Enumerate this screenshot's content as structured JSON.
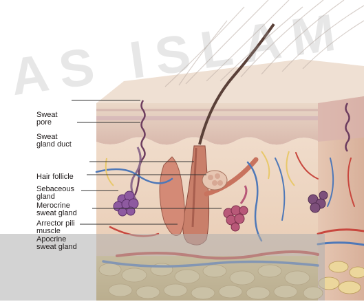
{
  "diagram": {
    "labels": [
      {
        "id": "sweat-pore",
        "lines": [
          "Sweat",
          "pore"
        ]
      },
      {
        "id": "sweat-gland-duct",
        "lines": [
          "Sweat",
          "gland duct"
        ]
      },
      {
        "id": "hair-follicle",
        "lines": [
          "Hair follicle"
        ]
      },
      {
        "id": "sebaceous-gland",
        "lines": [
          "Sebaceous",
          "gland"
        ]
      },
      {
        "id": "merocrine-sweat-gland",
        "lines": [
          "Merocrine",
          "sweat gland"
        ]
      },
      {
        "id": "arrector-pili-muscle",
        "lines": [
          "Arrector pili",
          "muscle"
        ]
      },
      {
        "id": "apocrine-sweat-gland",
        "lines": [
          "Apocrine",
          "sweat gland"
        ]
      }
    ],
    "watermark_text": "AS ISLAM"
  }
}
